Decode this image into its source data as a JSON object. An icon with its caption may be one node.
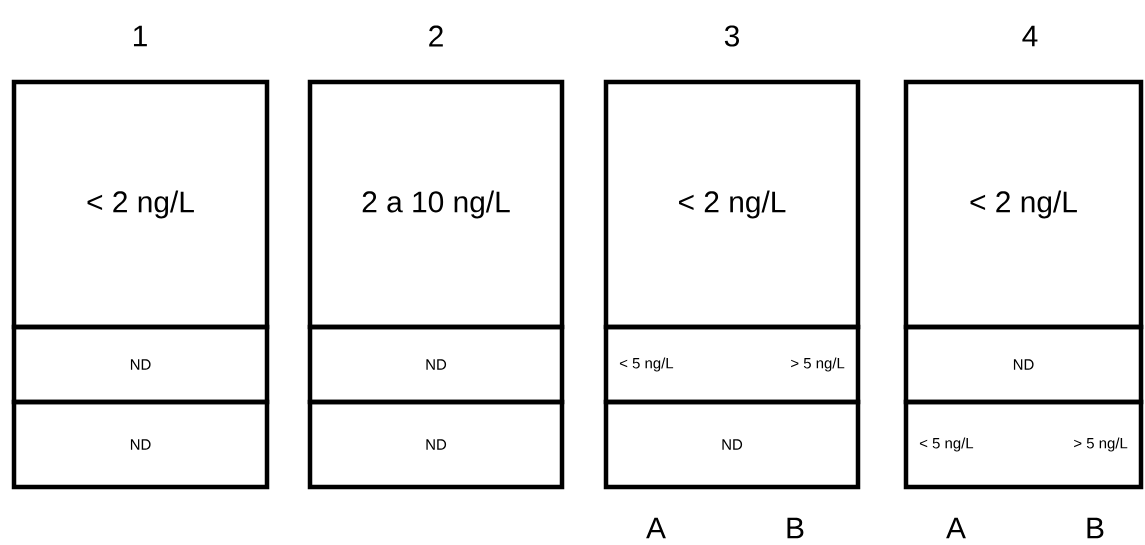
{
  "diagram": {
    "nodes": [
      {
        "text": [
          "< 2 ng/L"
        ]
      },
      {
        "text": [
          "ND"
        ]
      },
      {
        "text": [
          "ND"
        ]
      },
      {
        "text": [
          "2 a 10 ng/L"
        ]
      },
      {
        "text": [
          "ND"
        ]
      },
      {
        "text": [
          "ND"
        ]
      },
      {
        "text": [
          "< 2 ng/L"
        ]
      },
      {
        "text": [
          "< 5 ng/L",
          "> 5 ng/L"
        ]
      },
      {
        "text": [
          "ND"
        ]
      },
      {
        "text": [
          "< 2 ng/L"
        ]
      },
      {
        "text": [
          "ND"
        ]
      },
      {
        "text": [
          "< 5 ng/L",
          "> 5 ng/L"
        ]
      }
    ],
    "edges": [],
    "labels": [
      "1",
      "2",
      "3",
      "4",
      "A",
      "B",
      "A",
      "B"
    ]
  }
}
